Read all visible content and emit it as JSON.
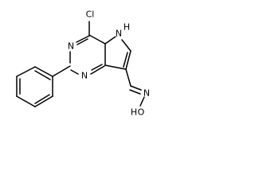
{
  "molecule": {
    "atoms": {
      "cl": "Cl",
      "nh": "N",
      "h_nh": "H",
      "n3": "N",
      "n1": "N",
      "n_oxime": "N",
      "o": "O",
      "h_o": "H"
    }
  }
}
